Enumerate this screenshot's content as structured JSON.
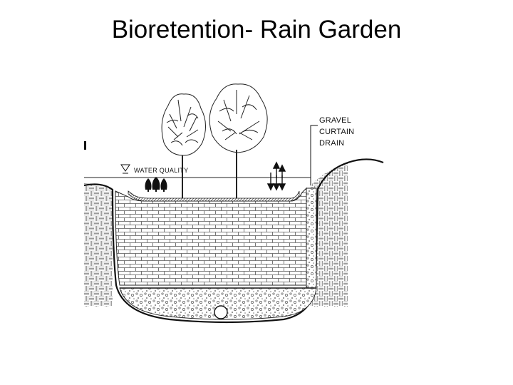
{
  "slide": {
    "title": "Bioretention- Rain Garden"
  },
  "diagram": {
    "labels": {
      "water_quality": "WATER QUALITY",
      "gravel_line1": "GRAVEL",
      "gravel_line2": "CURTAIN",
      "gravel_line3": "DRAIN"
    }
  }
}
